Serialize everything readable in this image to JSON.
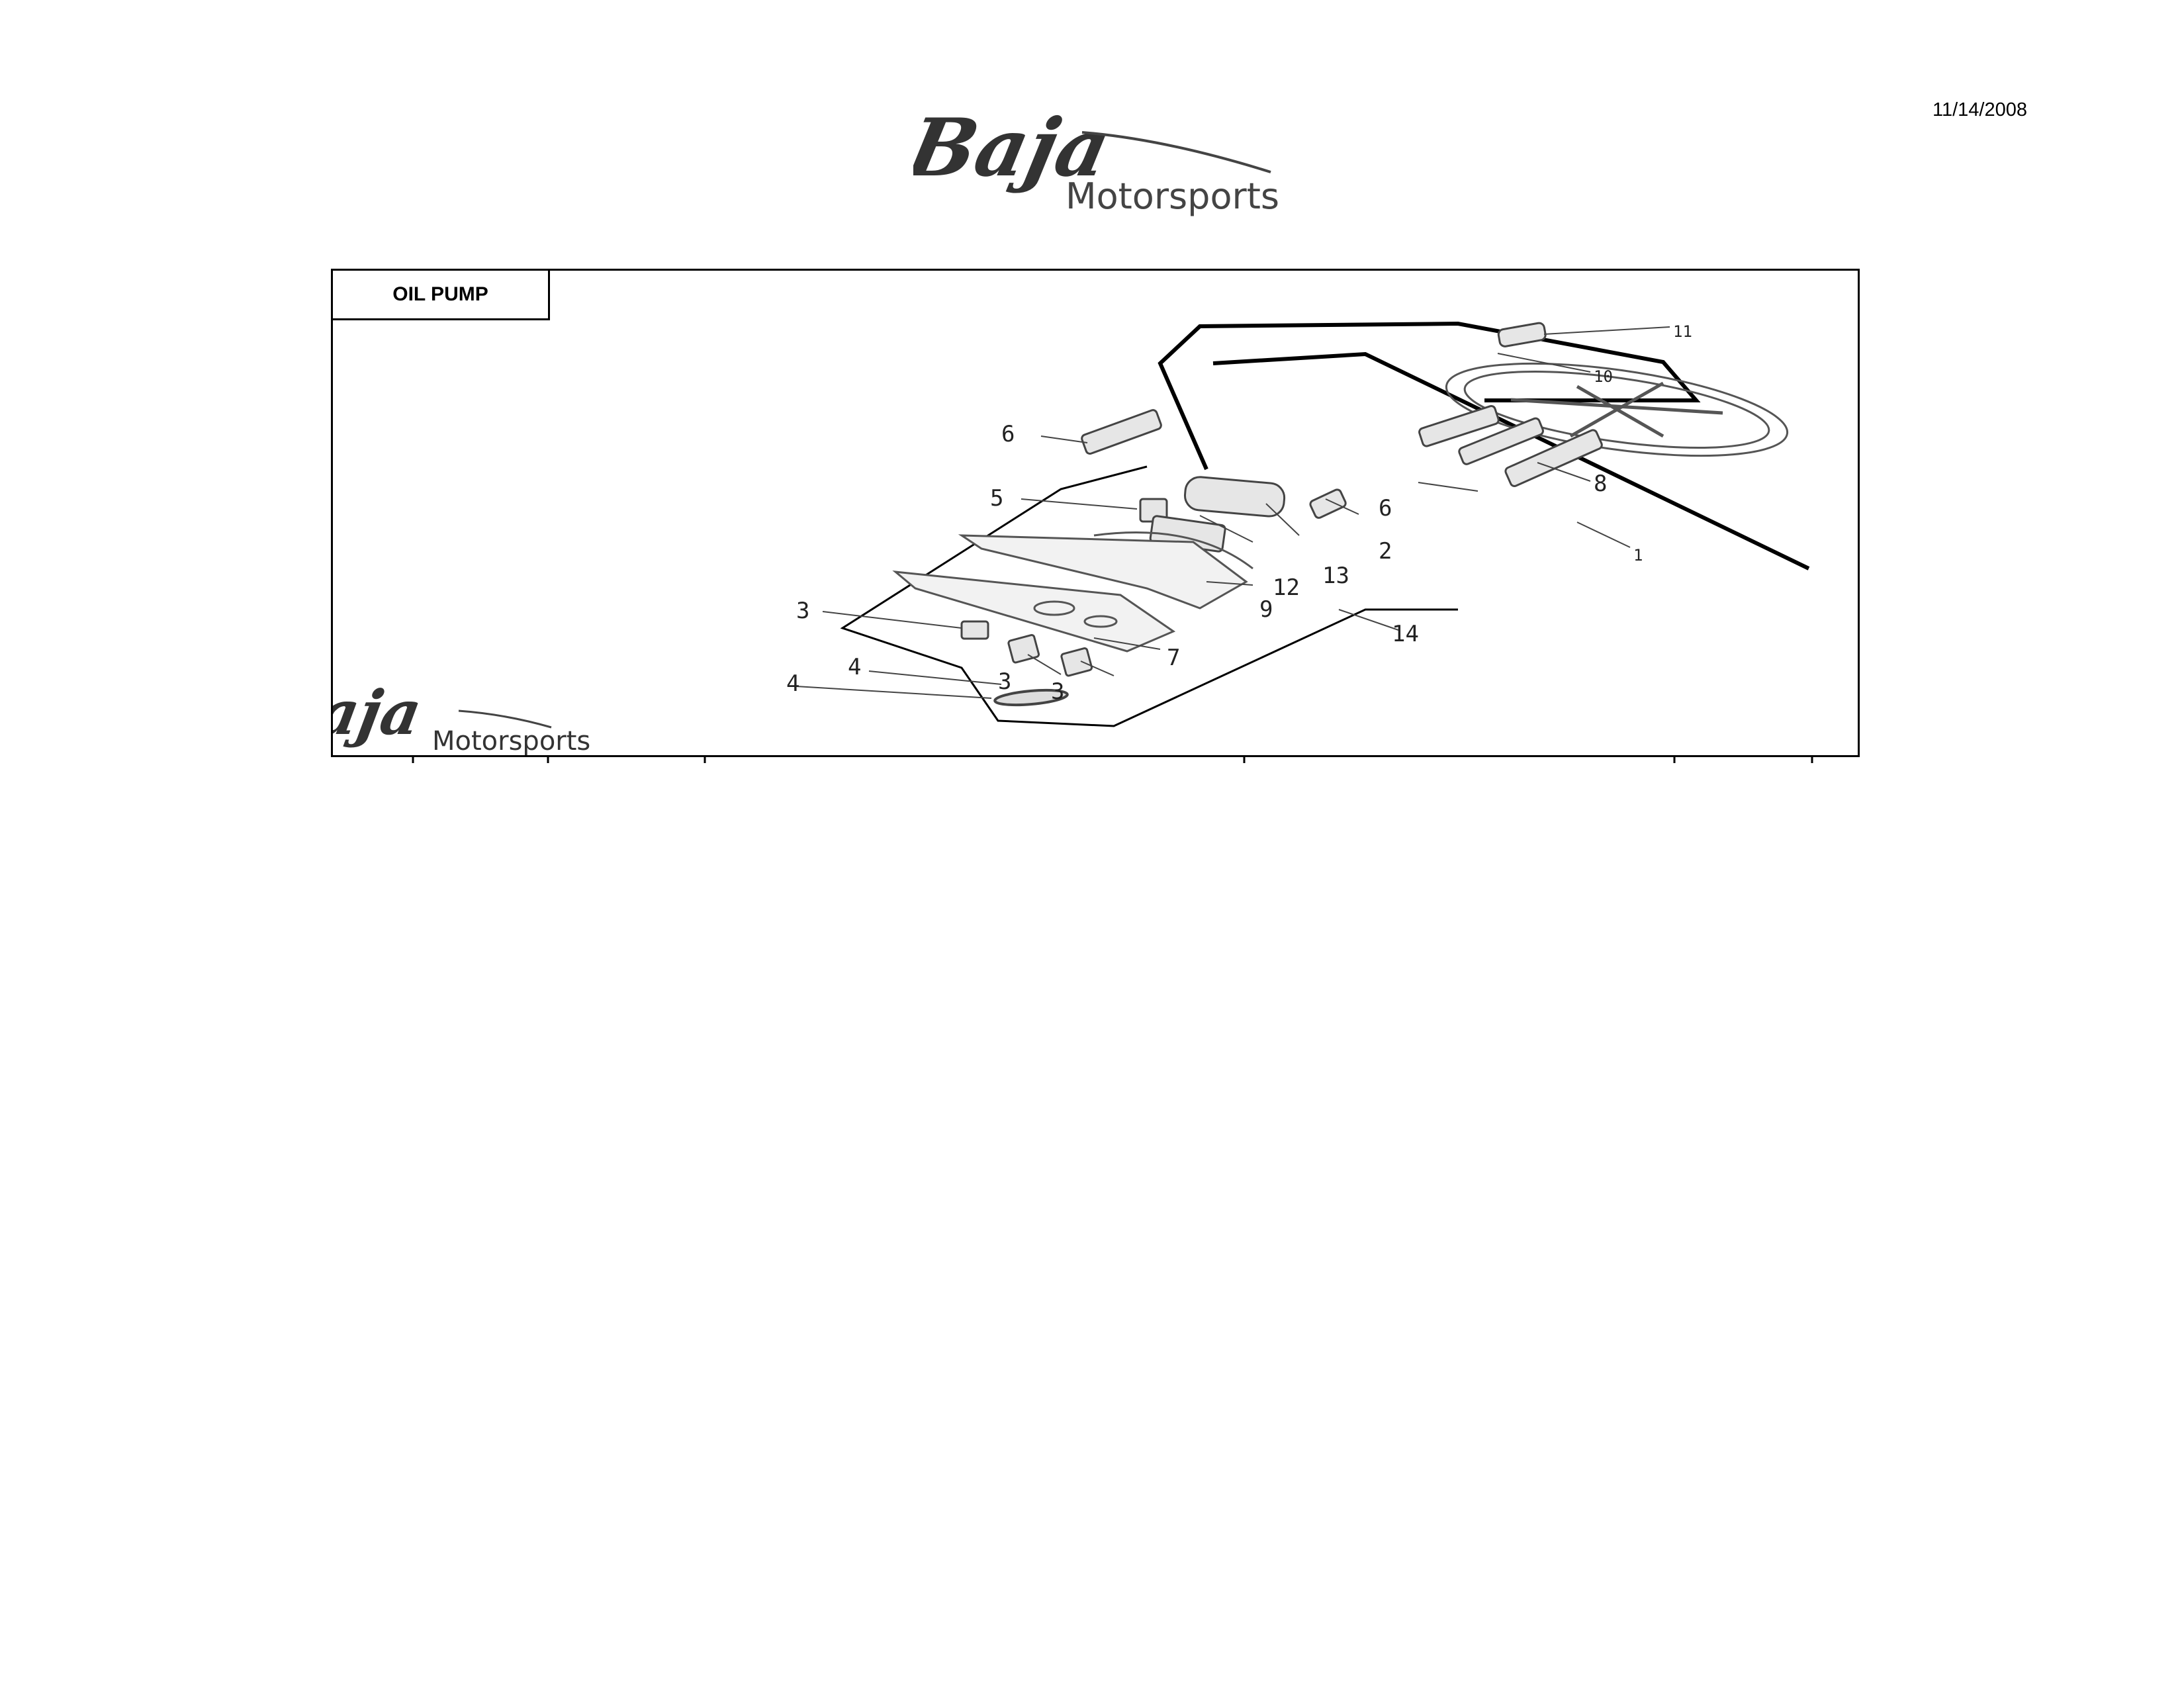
{
  "header": {
    "date": "11/14/2008",
    "logo": {
      "script": "Baja",
      "text": "Motorsports"
    }
  },
  "section": {
    "title": "OIL PUMP"
  },
  "watermark": {
    "script": "Baja",
    "text": "Motorsports"
  },
  "callouts": {
    "c1": "1",
    "c2": "2",
    "c3a": "3",
    "c3b": "3",
    "c3c": "3",
    "c4a": "4",
    "c4b": "4",
    "c5": "5",
    "c6a": "6",
    "c6b": "6",
    "c7": "7",
    "c8": "8",
    "c9": "9",
    "c10": "10",
    "c11": "11",
    "c12": "12",
    "c13": "13",
    "c14": "14"
  }
}
